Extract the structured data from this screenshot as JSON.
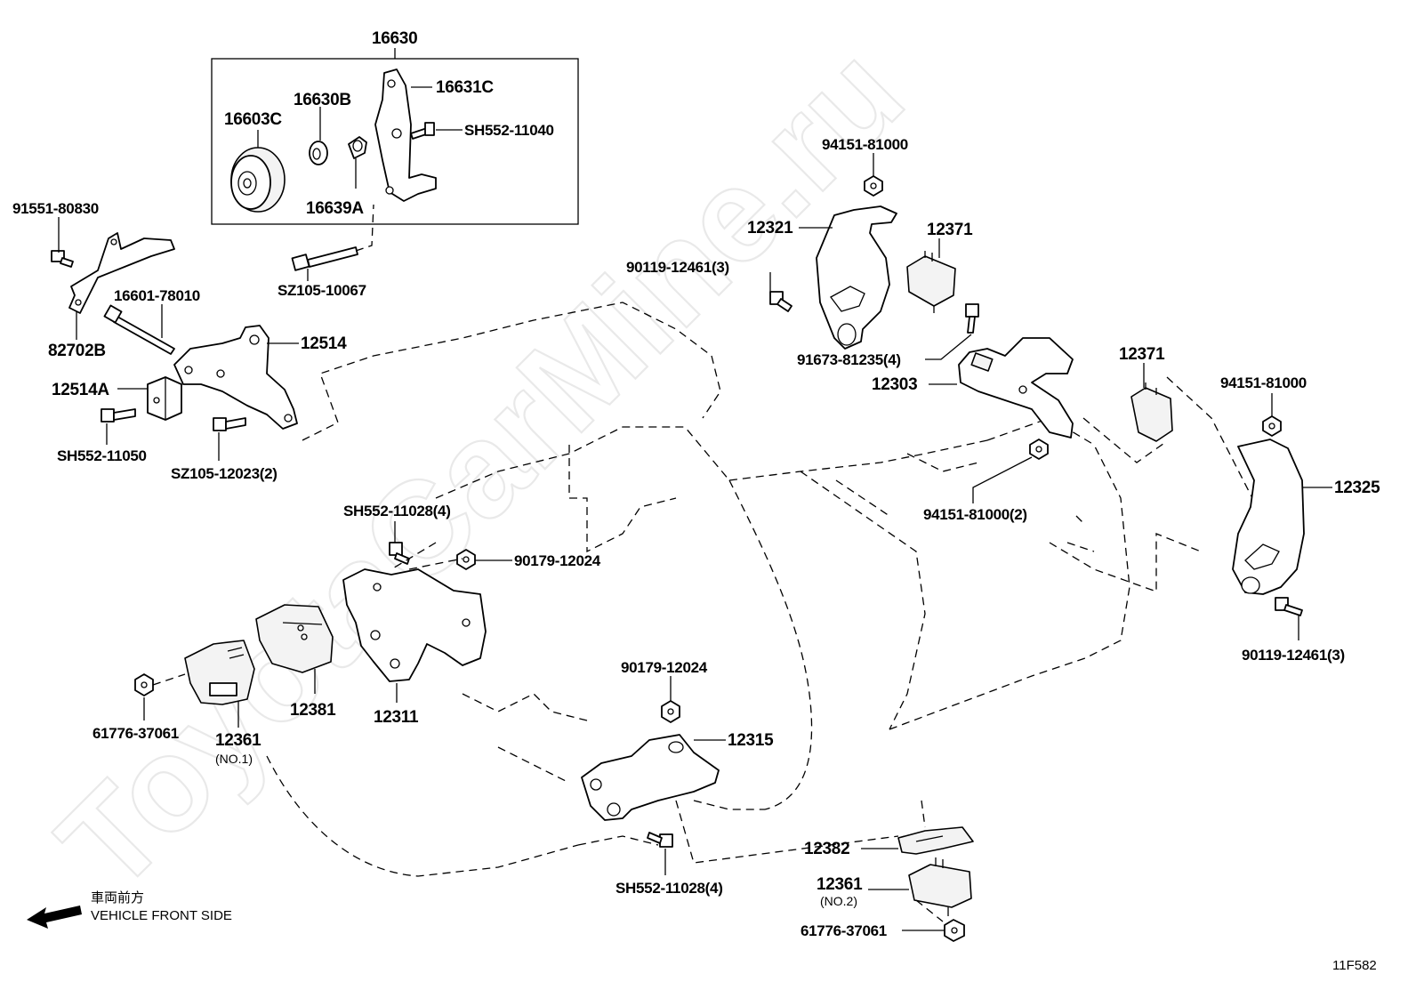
{
  "diagram": {
    "group_label": "16630",
    "watermark": "ToyotaCarMine.ru",
    "figure_code": "11F582",
    "direction": {
      "label_jp": "車両前方",
      "label_en": "VEHICLE FRONT SIDE"
    },
    "parts": {
      "p16631C": "16631C",
      "p16630B": "16630B",
      "p16603C": "16603C",
      "p16639A": "16639A",
      "pSH552_11040": "SH552-11040",
      "pSZ105_10067": "SZ105-10067",
      "p91551_80830": "91551-80830",
      "p82702B": "82702B",
      "p16601_78010": "16601-78010",
      "p12514": "12514",
      "p12514A": "12514A",
      "pSH552_11050": "SH552-11050",
      "pSZ105_12023": "SZ105-12023(2)",
      "p94151_81000_top": "94151-81000",
      "p12321": "12321",
      "p12371_top": "12371",
      "p90119_12461_top": "90119-12461(3)",
      "p91673_81235": "91673-81235(4)",
      "p12303": "12303",
      "p12371_right": "12371",
      "p94151_81000_right": "94151-81000",
      "p12325": "12325",
      "p94151_81000_2": "94151-81000(2)",
      "p90119_12461_right": "90119-12461(3)",
      "pSH552_11028_top": "SH552-11028(4)",
      "p90179_12024_left": "90179-12024",
      "p61776_37061_left": "61776-37061",
      "p12361_no1": "12361",
      "p12361_no1_sub": "(NO.1)",
      "p12381": "12381",
      "p12311": "12311",
      "p90179_12024_mid": "90179-12024",
      "p12315": "12315",
      "pSH552_11028_bottom": "SH552-11028(4)",
      "p12382": "12382",
      "p12361_no2": "12361",
      "p12361_no2_sub": "(NO.2)",
      "p61776_37061_bottom": "61776-37061"
    }
  }
}
